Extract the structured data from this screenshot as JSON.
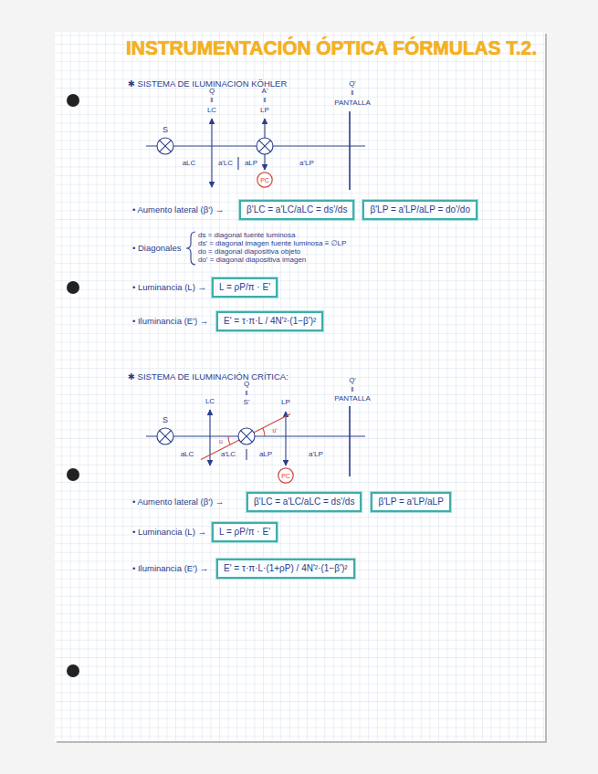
{
  "diagram": {
    "title": "INSTRUMENTACIÓN ÓPTICA FÓRMULAS T.2.",
    "nodes": [
      {
        "text": [
          "PC"
        ]
      },
      {
        "text": [
          "β'LC = a'LC/aLC = ds'/ds"
        ]
      },
      {
        "text": [
          "β'LP = a'LP/aLP = do'/do"
        ]
      },
      {
        "text": [
          "L = ρP/π · E'"
        ]
      },
      {
        "text": [
          "E' = τ·π·L / 4N'²·(1−β')²"
        ]
      },
      {
        "text": [
          "PC"
        ]
      },
      {
        "text": [
          "β'LC = a'LC/aLC = ds'/ds"
        ]
      },
      {
        "text": [
          "β'LP = a'LP/aLP"
        ]
      },
      {
        "text": [
          "L = ρP/π · E'"
        ]
      },
      {
        "text": [
          "E' = τ·π·L·(1+ρP) / 4N'²·(1−β')²"
        ]
      }
    ],
    "labels": [
      "✱ SISTEMA DE ILUMINACION KÖHLER",
      "Q",
      "‖",
      "LC",
      "A'",
      "‖",
      "LP",
      "Q'",
      "‖",
      "PANTALLA",
      "S",
      "aLC",
      "a'LC",
      "aLP",
      "a'LP",
      "• Aumento lateral (β') →",
      "• Diagonales",
      "ds = diagonal fuente luminosa",
      "ds' = diagonal imagen fuente luminosa ≡ ∅LP",
      "do = diagonal diapositiva objeto",
      "do' = diagonal diapositiva imagen",
      "• Luminancia (L) →",
      "• Iluminancia (E') →",
      "✱ SISTEMA DE ILUMINACIÓN CRÍTICA:",
      "LC",
      "Q",
      "‖",
      "S'",
      "LP",
      "Q'",
      "‖",
      "PANTALLA",
      "S",
      "u",
      "u'",
      "aLC",
      "a'LC",
      "aLP",
      "a'LP",
      "• Aumento lateral (β') →",
      "• Luminancia (L) →",
      "• Iluminancia (E') →"
    ]
  }
}
